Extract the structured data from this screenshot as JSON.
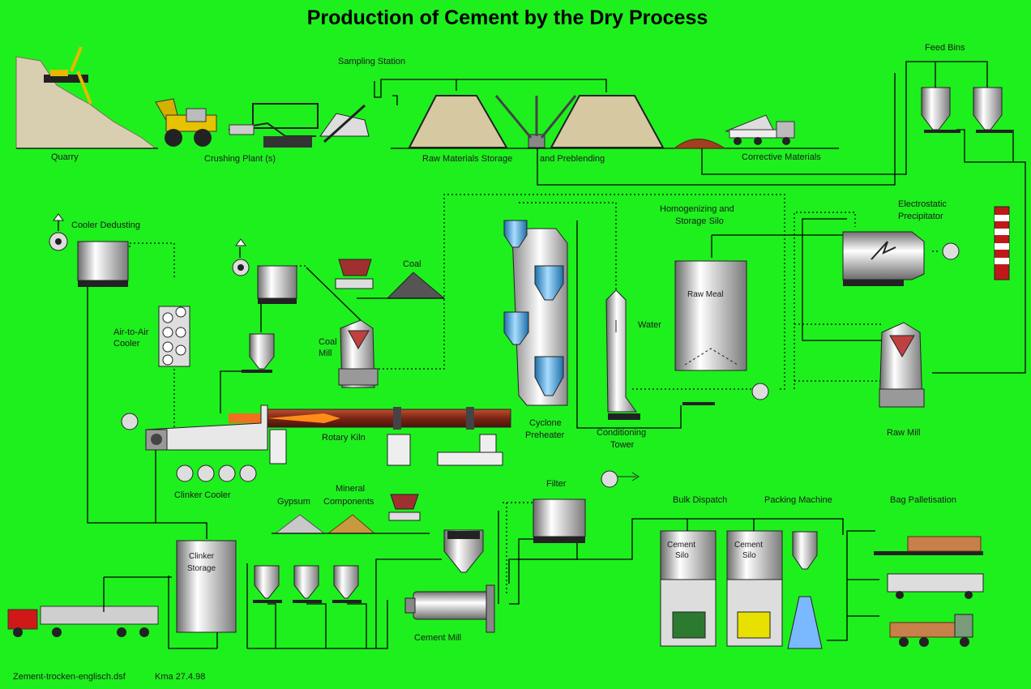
{
  "title": "Production of Cement by the Dry Process",
  "footer": {
    "filename": "Zement-trocken-englisch.dsf",
    "author_date": "Kma 27.4.98"
  },
  "labels": {
    "quarry": "Quarry",
    "crushing_plant": "Crushing Plant (s)",
    "sampling_station": "Sampling Station",
    "raw_materials_storage": "Raw Materials Storage",
    "preblending": "and Preblending",
    "corrective_materials": "Corrective Materials",
    "feed_bins": "Feed Bins",
    "cooler_dedusting": "Cooler Dedusting",
    "coal": "Coal",
    "homogenizing_1": "Homogenizing and",
    "homogenizing_2": "Storage Silo",
    "electrostatic_1": "Electrostatic",
    "electrostatic_2": "Precipitator",
    "air_to_air_1": "Air-to-Air",
    "air_to_air_2": "Cooler",
    "coal_mill_1": "Coal",
    "coal_mill_2": "Mill",
    "raw_meal": "Raw Meal",
    "water": "Water",
    "rotary_kiln": "Rotary Kiln",
    "cyclone_1": "Cyclone",
    "cyclone_2": "Preheater",
    "conditioning_1": "Conditioning",
    "conditioning_2": "Tower",
    "raw_mill": "Raw Mill",
    "clinker_cooler": "Clinker Cooler",
    "gypsum": "Gypsum",
    "mineral_1": "Mineral",
    "mineral_2": "Components",
    "filter": "Filter",
    "bulk_dispatch": "Bulk Dispatch",
    "packing_machine": "Packing Machine",
    "bag_palletisation": "Bag Palletisation",
    "clinker_storage_1": "Clinker",
    "clinker_storage_2": "Storage",
    "cement_mill": "Cement Mill",
    "cement_silo_1": "Cement",
    "cement_silo_2": "Silo"
  },
  "colors": {
    "background": "#1ef01e",
    "kiln": "#8b2a1a",
    "flame": "#ff8c1a",
    "cyclone": "#3aa0d8",
    "stockpile": "#d6c8a0",
    "corrective_pile": "#a04020",
    "truck_red": "#d01818"
  }
}
